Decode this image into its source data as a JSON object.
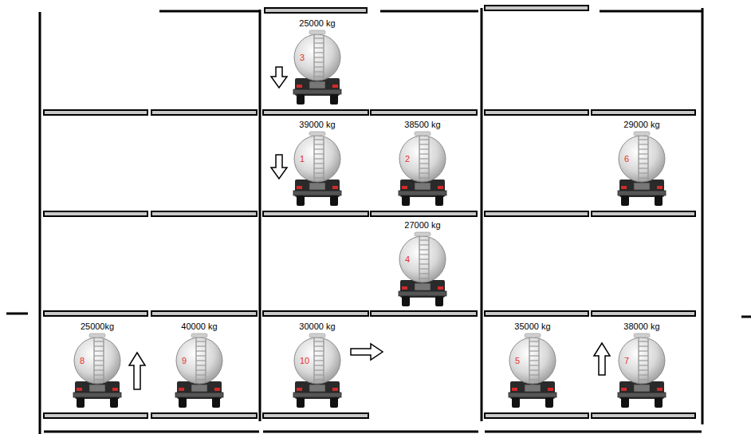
{
  "diagram": {
    "nodes": [
      {
        "text": [
          "25000 kg",
          "3"
        ]
      },
      {
        "text": [
          "39000 kg",
          "1"
        ]
      },
      {
        "text": [
          "38500 kg",
          "2"
        ]
      },
      {
        "text": [
          "29000 kg",
          "6"
        ]
      },
      {
        "text": [
          "27000 kg",
          "4"
        ]
      },
      {
        "text": [
          "25000kg",
          "8"
        ]
      },
      {
        "text": [
          "40000 kg",
          "9"
        ]
      },
      {
        "text": [
          "30000 kg",
          "10"
        ]
      },
      {
        "text": [
          "35000 kg",
          "5"
        ]
      },
      {
        "text": [
          "38000 kg",
          "7"
        ]
      }
    ]
  }
}
